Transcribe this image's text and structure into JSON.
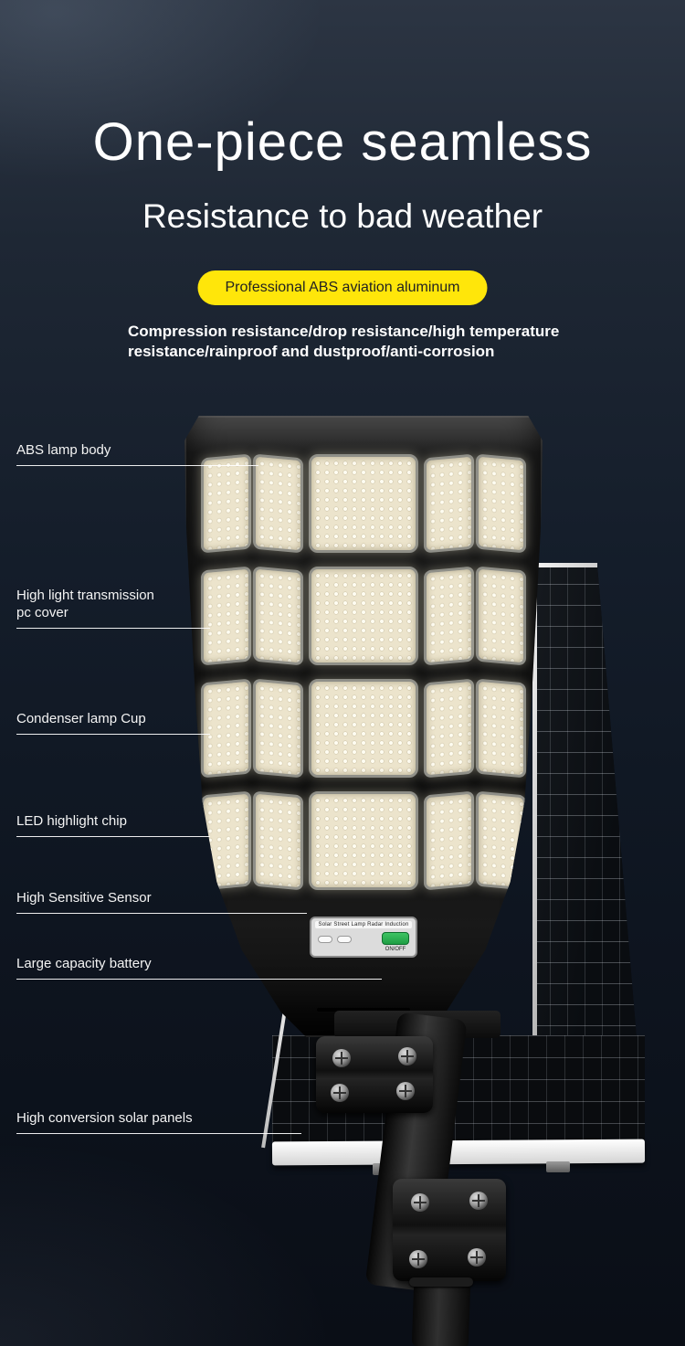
{
  "header": {
    "title": "One-piece seamless",
    "subtitle": "Resistance to bad weather",
    "badge": "Professional ABS aviation aluminum",
    "description_lines": [
      "Compression resistance/drop resistance/high temperature",
      "resistance/rainproof and dustproof/anti-corrosion"
    ]
  },
  "callouts": [
    {
      "label": "ABS lamp body"
    },
    {
      "label": "High light transmission pc cover"
    },
    {
      "label": "Condenser lamp Cup"
    },
    {
      "label": "LED highlight chip"
    },
    {
      "label": "High Sensitive Sensor"
    },
    {
      "label": "Large capacity battery"
    },
    {
      "label": "High conversion solar panels"
    }
  ],
  "product": {
    "control_panel_title": "Solar Street Lamp Radar Induction",
    "onoff_label": "ON/OFF"
  },
  "colors": {
    "badge_bg": "#ffe60a",
    "background_top": "#2c3543",
    "background_bottom": "#0a0e16",
    "led_warm_white": "#ece4cc",
    "onoff_green": "#2fae4e"
  }
}
